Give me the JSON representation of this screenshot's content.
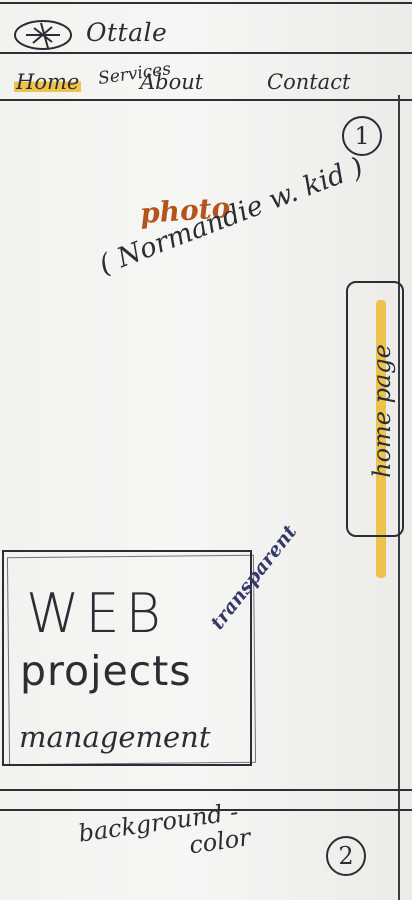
{
  "header": {
    "brand": "Ottale",
    "logo_icon": "crossed-circle-logo"
  },
  "nav": {
    "items": [
      {
        "label": "Home",
        "active": true
      },
      {
        "label": "Services",
        "active": false
      },
      {
        "label": "About",
        "active": false
      },
      {
        "label": "Contact",
        "active": false
      }
    ]
  },
  "sections": {
    "first": {
      "number": "1",
      "photo_title": "photo",
      "photo_caption": "( Normandie w. kid )",
      "side_tab_label": "home page"
    },
    "banner": {
      "web": "WEB",
      "projects": "projects",
      "management": "management",
      "note": "transparent"
    },
    "second": {
      "number": "2",
      "background_note_line1": "background -",
      "background_note_line2": "color"
    }
  },
  "colors": {
    "ink": "#2a2d35",
    "accent": "#eeb114",
    "photo_text": "#b2541c",
    "paper": "#f3f3f0"
  }
}
